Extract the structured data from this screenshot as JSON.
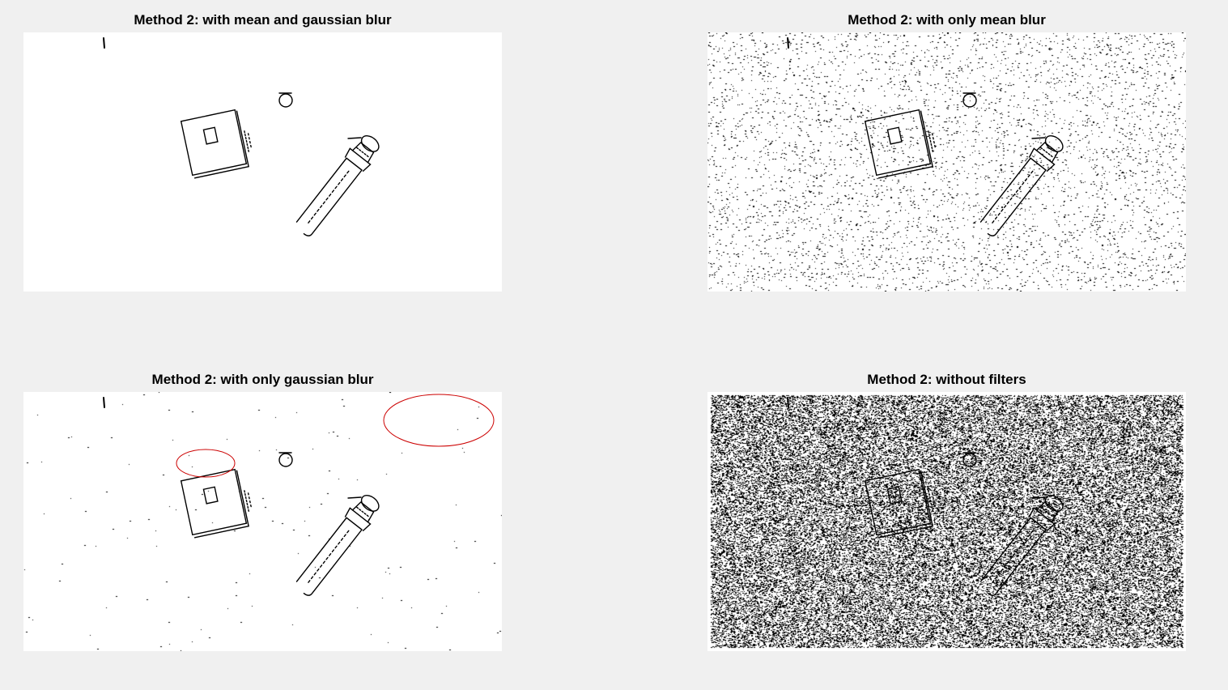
{
  "figure": {
    "panels": [
      {
        "title": "Method 2: with mean and gaussian blur",
        "noise_density": 0.0,
        "red_ellipses": false
      },
      {
        "title": "Method 2: with only mean blur",
        "noise_density": 0.07,
        "red_ellipses": false
      },
      {
        "title": "Method 2: with only gaussian blur",
        "noise_density": 0.002,
        "red_ellipses": true
      },
      {
        "title": "Method 2: without filters",
        "noise_density": 0.55,
        "red_ellipses": false
      }
    ],
    "colors": {
      "background": "#f0f0f0",
      "image_background": "#ffffff",
      "edges": "#000000",
      "annotation": "#cc0000"
    }
  }
}
